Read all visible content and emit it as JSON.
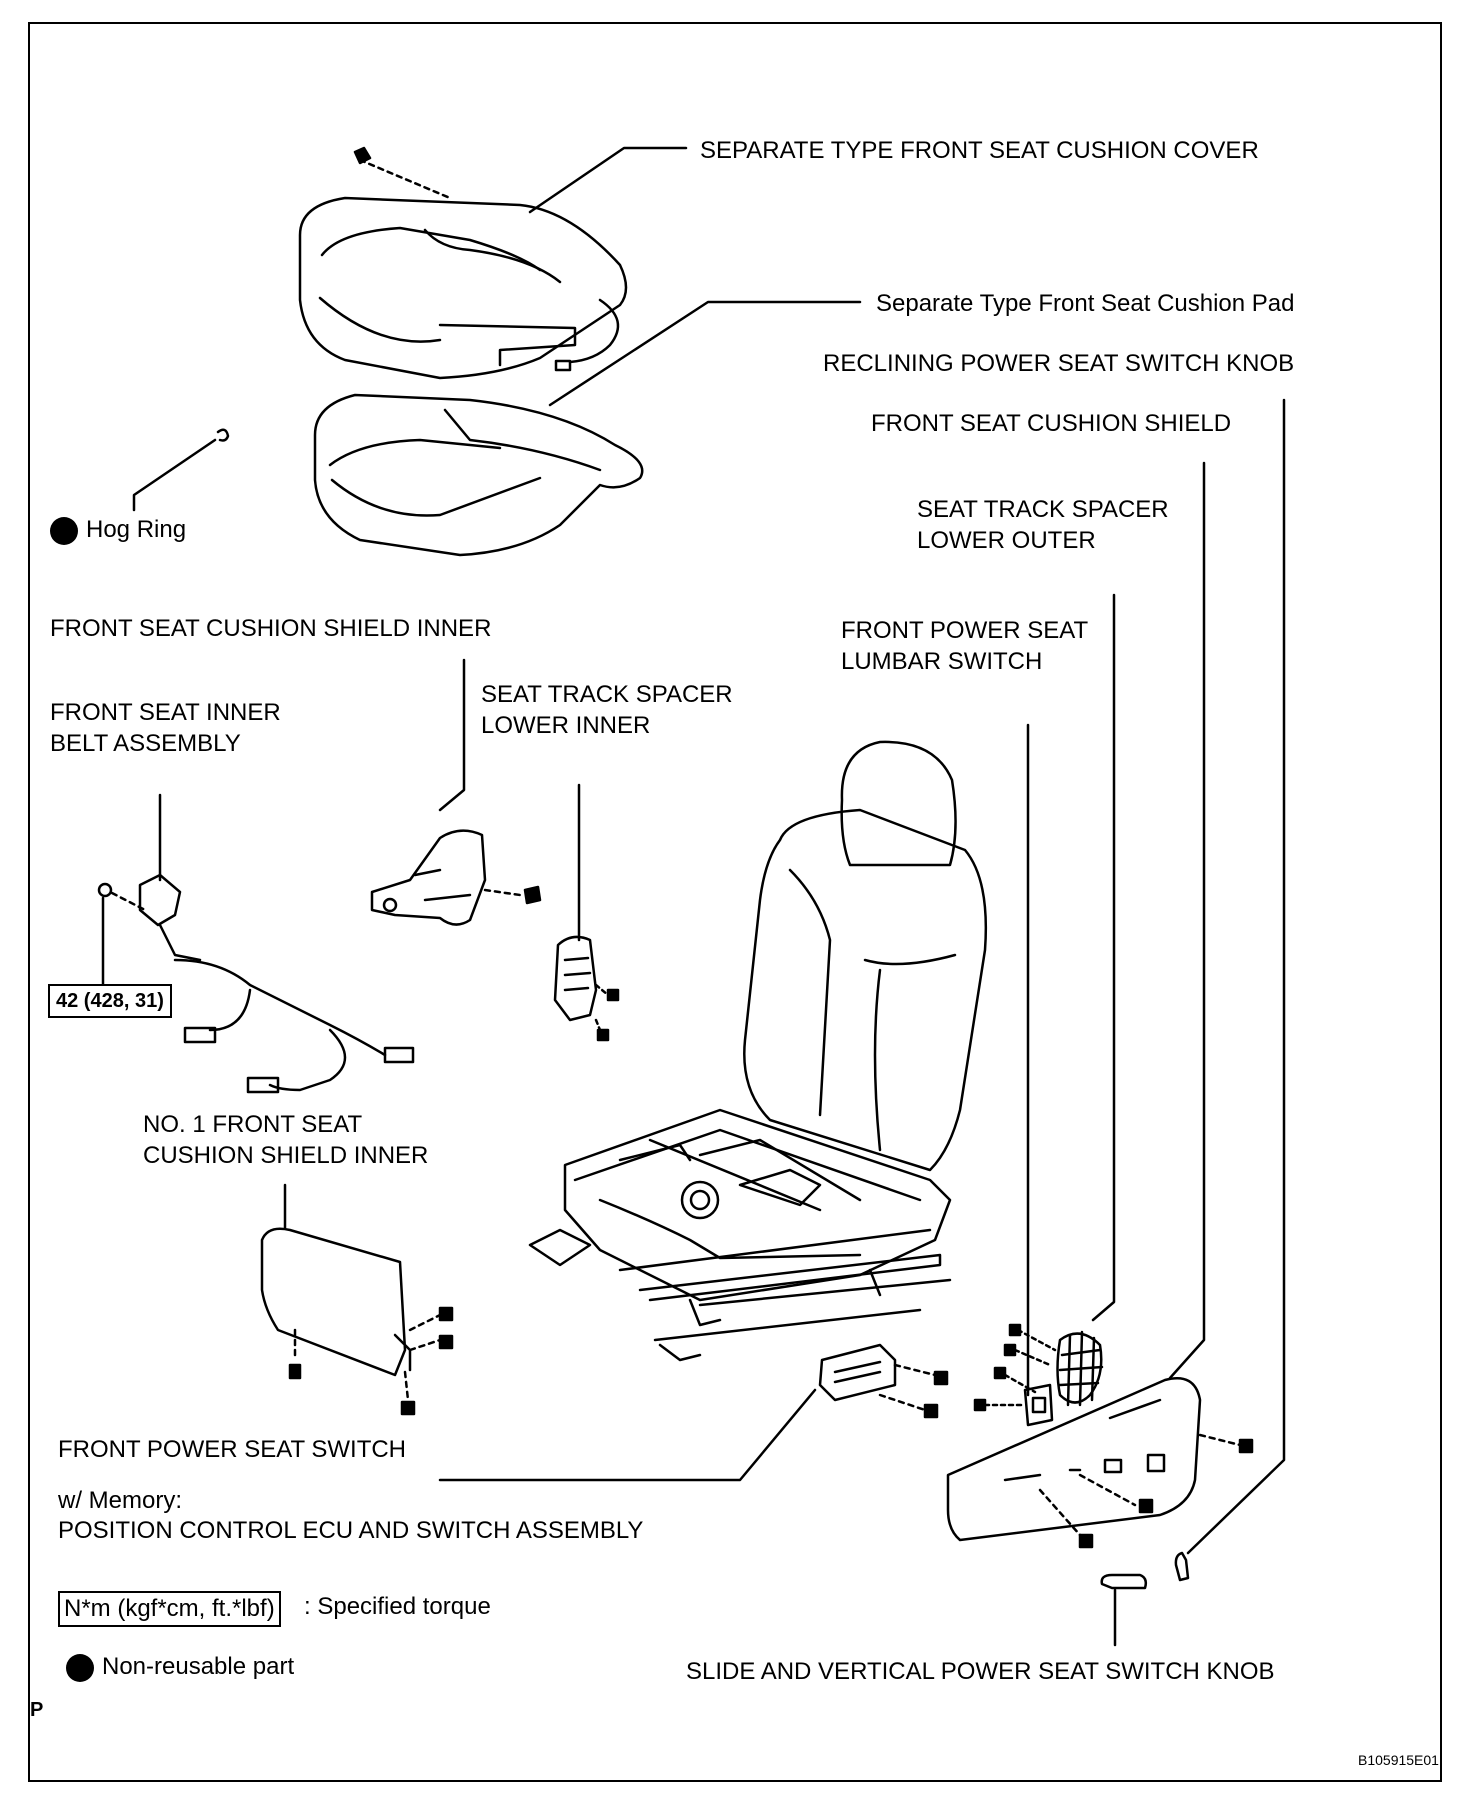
{
  "labels": {
    "cover": "SEPARATE TYPE FRONT SEAT CUSHION COVER",
    "pad": "Separate Type Front Seat Cushion Pad",
    "reclining_knob": "RECLINING POWER SEAT SWITCH KNOB",
    "cushion_shield": "FRONT SEAT CUSHION SHIELD",
    "spacer_lower_outer_1": "SEAT TRACK SPACER",
    "spacer_lower_outer_2": "LOWER OUTER",
    "hog_ring": "Hog Ring",
    "shield_inner": "FRONT SEAT CUSHION SHIELD INNER",
    "lumbar_switch_1": "FRONT POWER SEAT",
    "lumbar_switch_2": "LUMBAR SWITCH",
    "spacer_lower_inner_1": "SEAT TRACK SPACER",
    "spacer_lower_inner_2": "LOWER INNER",
    "inner_belt_1": "FRONT SEAT INNER",
    "inner_belt_2": "BELT ASSEMBLY",
    "no1_shield_1": "NO. 1 FRONT SEAT",
    "no1_shield_2": "CUSHION SHIELD INNER",
    "power_switch": "FRONT POWER SEAT SWITCH",
    "memory_1": "w/ Memory:",
    "memory_2": "POSITION CONTROL ECU AND SWITCH ASSEMBLY",
    "slide_knob": "SLIDE AND VERTICAL POWER SEAT SWITCH KNOB"
  },
  "torque": "42 (428, 31)",
  "legend": {
    "torque_unit": "N*m (kgf*cm, ft.*lbf)",
    "torque_text": ": Specified torque",
    "non_reusable": "Non-reusable part"
  },
  "corner_mark": "P",
  "figure_id": "B105915E01",
  "colors": {
    "line": "#000000",
    "background": "#ffffff"
  }
}
